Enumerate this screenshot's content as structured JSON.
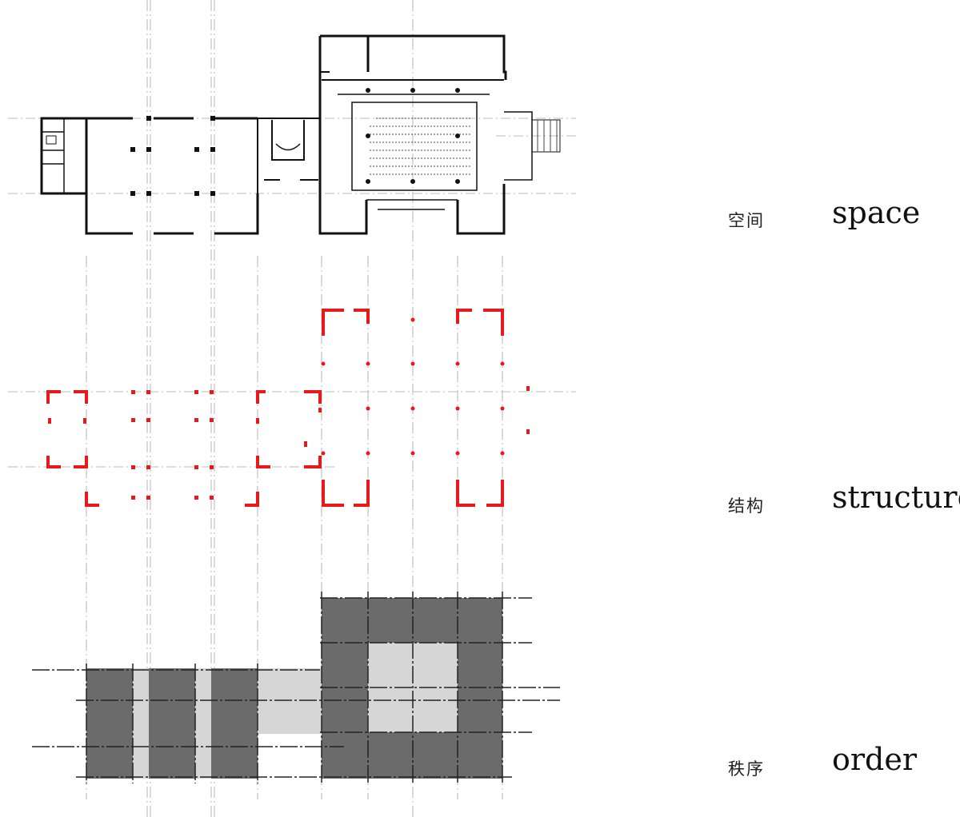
{
  "labels": [
    {
      "cn": "空间",
      "en": "space"
    },
    {
      "cn": "结构",
      "en": "structure"
    },
    {
      "cn": "秩序",
      "en": "order"
    }
  ],
  "colors": {
    "plan_line": "#111111",
    "grid_line": "#b5b5b5",
    "structure_red": "#e8191c",
    "order_dark": "#6b6b6b",
    "order_light": "#d6d6d6"
  }
}
